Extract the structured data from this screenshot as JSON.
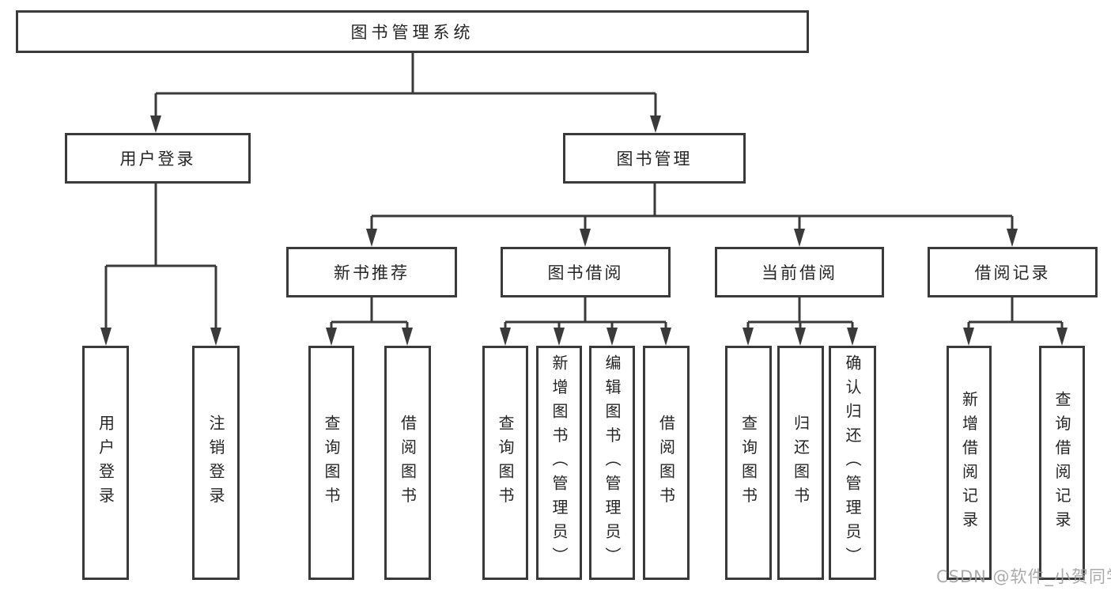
{
  "colors": {
    "line": "#3a3a3a",
    "box_border": "#3a3a3a",
    "box_fill": "#ffffff",
    "text": "#262626",
    "watermark": "#9e9e9e",
    "background": "#ffffff"
  },
  "watermark": {
    "text": "CSDN @软件_小贺同学"
  },
  "tree": {
    "label": "图书管理系统",
    "children": [
      {
        "label": "用户登录",
        "children": [
          {
            "label": "用户登录"
          },
          {
            "label": "注销登录"
          }
        ]
      },
      {
        "label": "图书管理",
        "children": [
          {
            "label": "新书推荐",
            "children": [
              {
                "label": "查询图书"
              },
              {
                "label": "借阅图书"
              }
            ]
          },
          {
            "label": "图书借阅",
            "children": [
              {
                "label": "查询图书"
              },
              {
                "label": "新增图书（管理员）"
              },
              {
                "label": "编辑图书（管理员）"
              },
              {
                "label": "借阅图书"
              }
            ]
          },
          {
            "label": "当前借阅",
            "children": [
              {
                "label": "查询图书"
              },
              {
                "label": "归还图书"
              },
              {
                "label": "确认归还（管理员）"
              }
            ]
          },
          {
            "label": "借阅记录",
            "children": [
              {
                "label": "新增借阅记录"
              },
              {
                "label": "查询借阅记录"
              }
            ]
          }
        ]
      }
    ]
  }
}
